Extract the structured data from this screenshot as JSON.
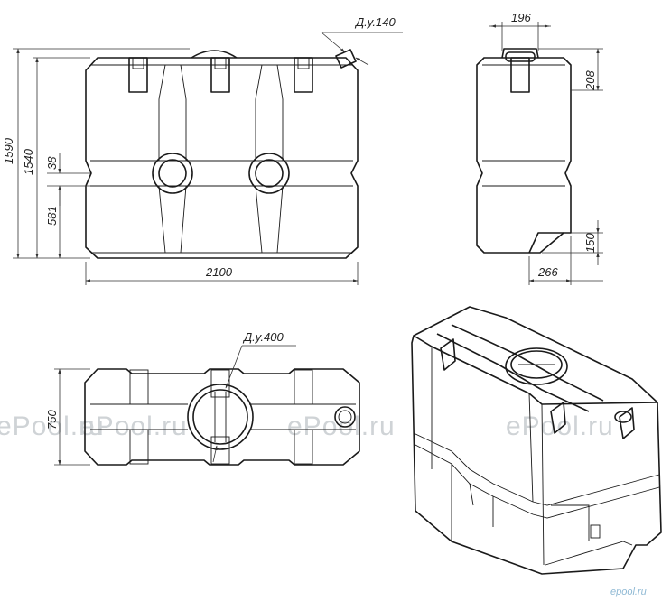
{
  "dimensions": {
    "height_total": "1590",
    "height_body": "1540",
    "belt": "38",
    "lower_part": "581",
    "length": "2100",
    "fitting": "Д.у.140",
    "neck_width": "196",
    "neck_height": "208",
    "foot_height": "150",
    "foot_depth": "266",
    "hatch": "Д.у.400",
    "width": "750"
  },
  "watermark": "ePool.ru",
  "logo": "epool.ru"
}
